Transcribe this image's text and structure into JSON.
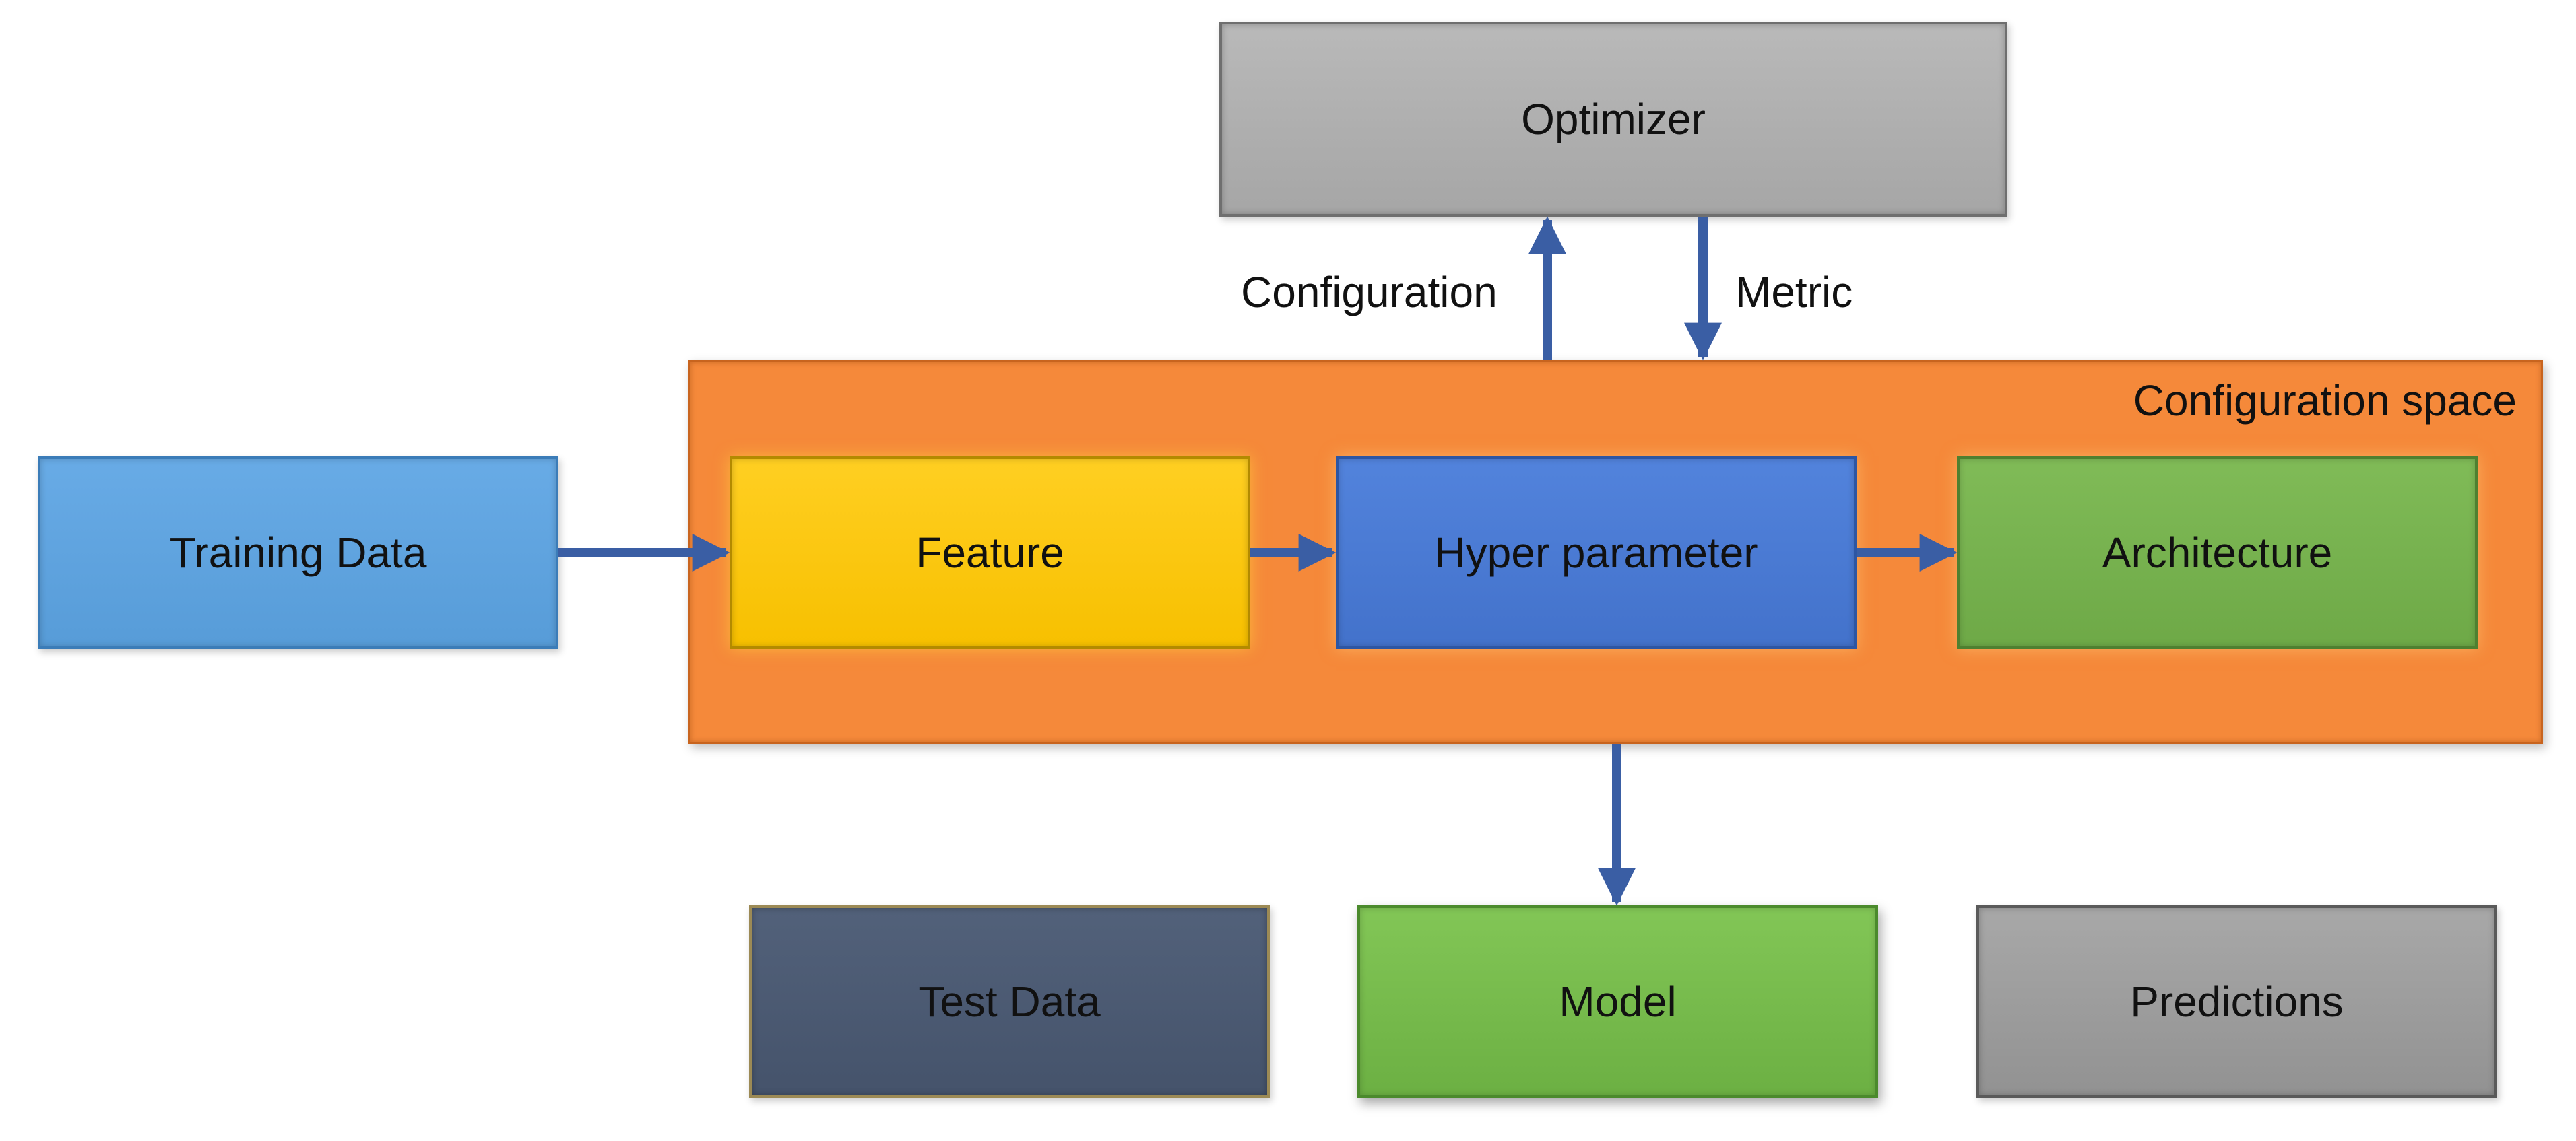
{
  "nodes": {
    "optimizer": "Optimizer",
    "config_space": "Configuration space",
    "training_data": "Training Data",
    "feature": "Feature",
    "hyper_parameter": "Hyper parameter",
    "architecture": "Architecture",
    "test_data": "Test Data",
    "model": "Model",
    "predictions": "Predictions"
  },
  "edges": {
    "configuration": "Configuration",
    "metric": "Metric"
  },
  "colors": {
    "optimizer": "#acacac",
    "config_space": "#f5893a",
    "training_data": "#5ea5e2",
    "feature": "#ffc709",
    "hyper_parameter": "#4a7ad4",
    "architecture": "#77b34f",
    "test_data": "#4a5a74",
    "model": "#77bd4f",
    "predictions": "#9c9c9c",
    "arrow": "#3a5ea4"
  }
}
